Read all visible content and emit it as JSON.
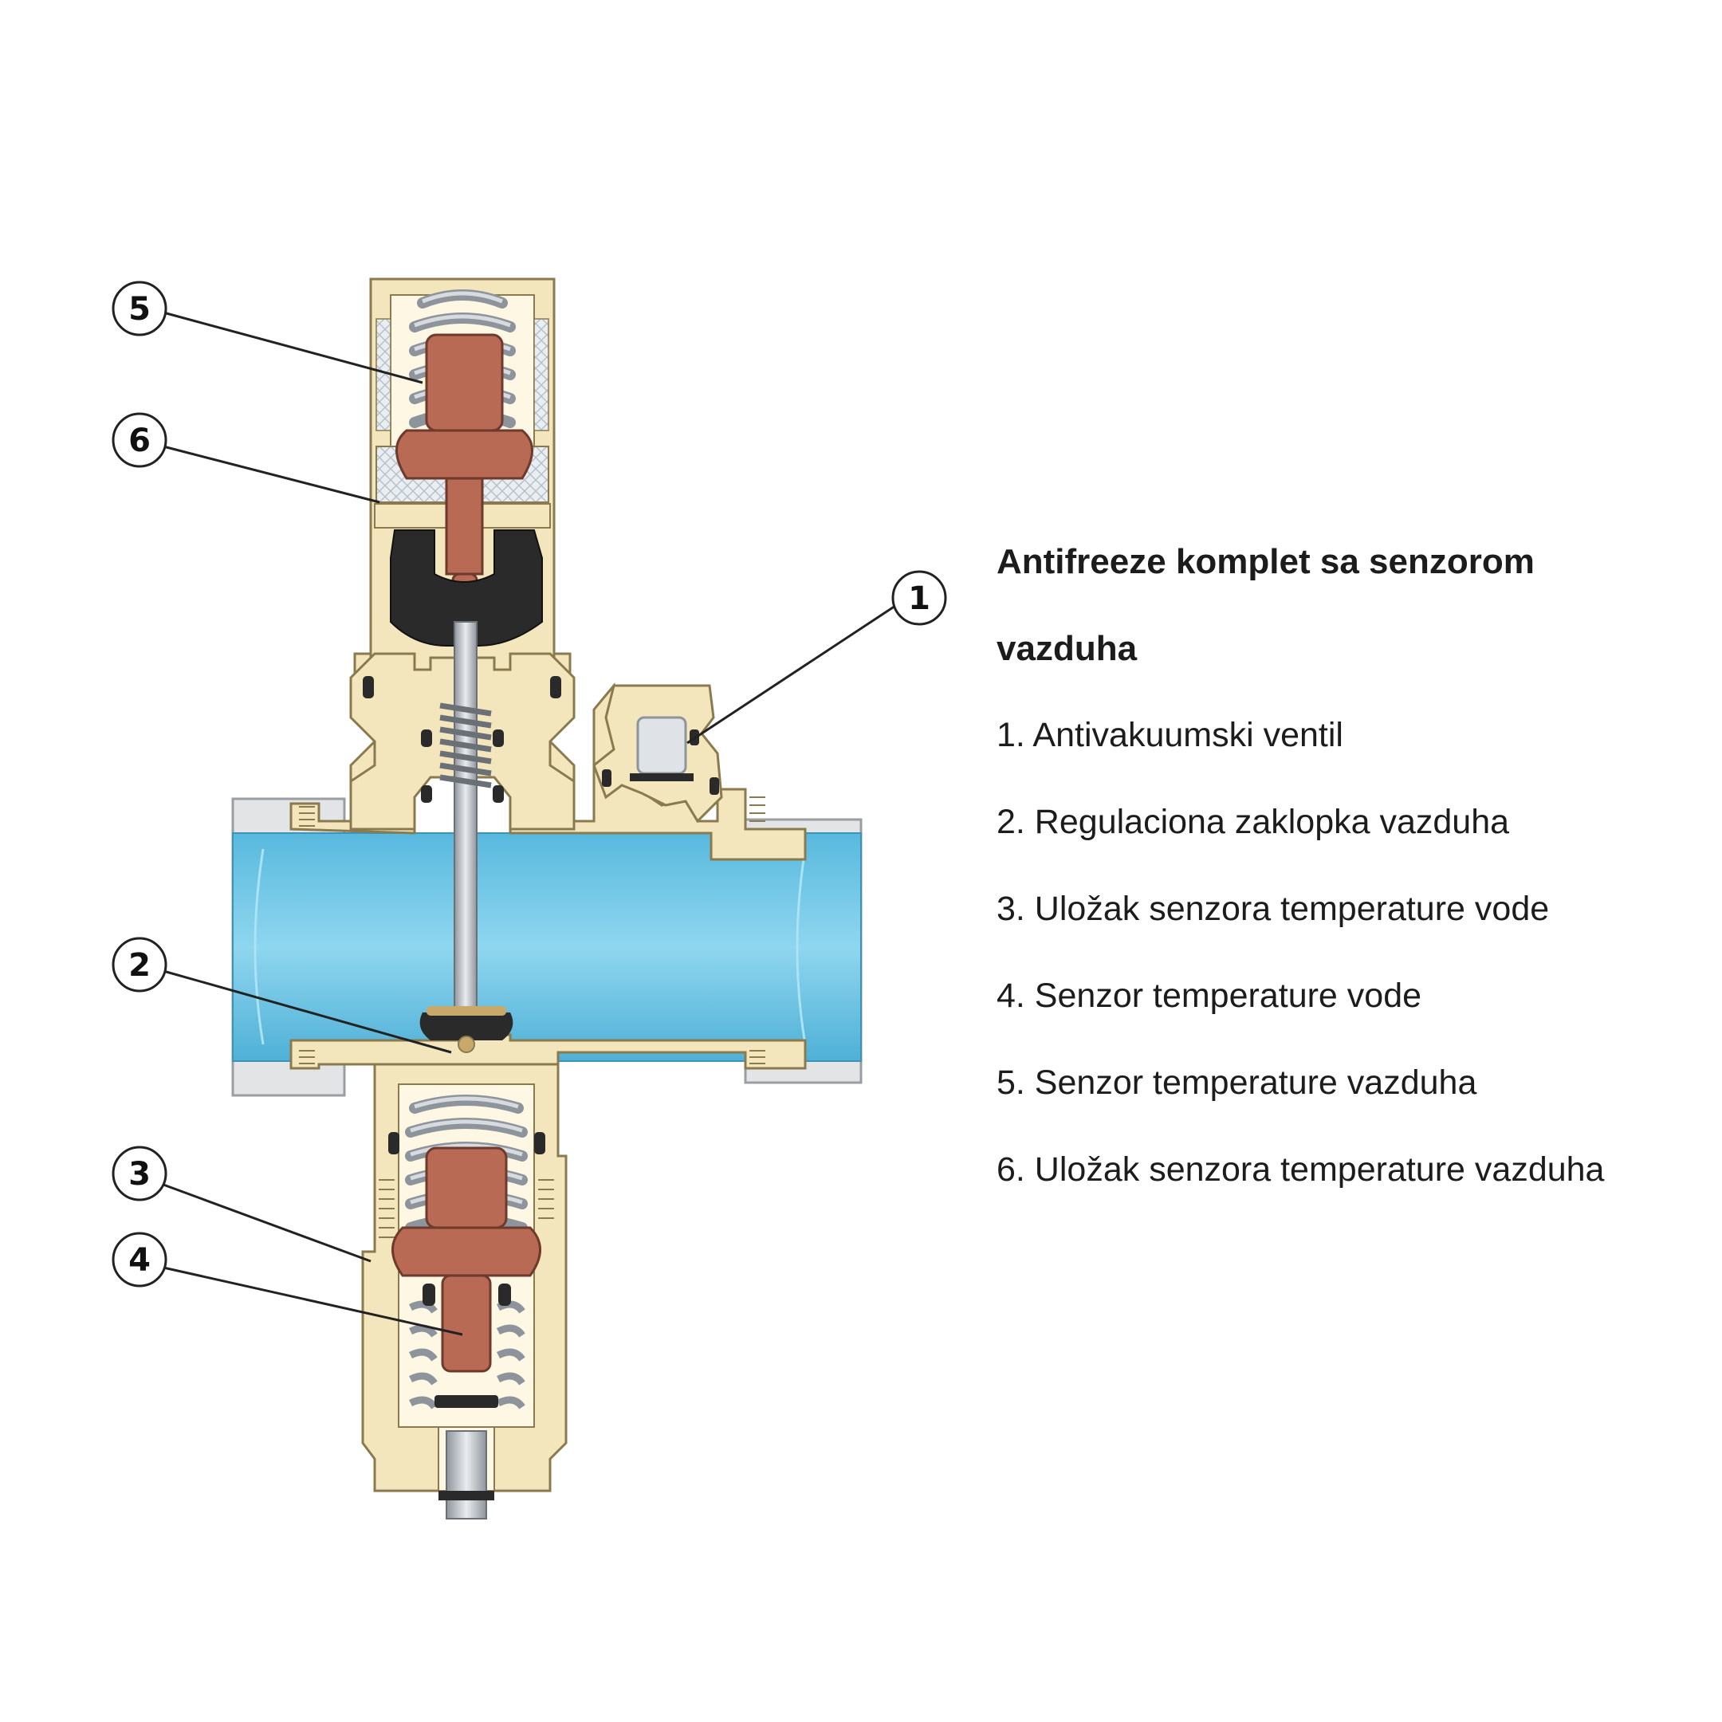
{
  "legend": {
    "title_line1": "Antifreeze komplet sa senzorom",
    "title_line2": "vazduha",
    "items": [
      "1. Antivakuumski ventil",
      "2. Regulaciona zaklopka vazduha",
      "3. Uložak senzora temperature vode",
      "4. Senzor temperature vode",
      "5. Senzor temperature vazduha",
      "6. Uložak senzora temperature vazduha"
    ]
  },
  "callouts": [
    "5",
    "6",
    "1",
    "2",
    "3",
    "4"
  ],
  "colors": {
    "brass": "#f3e6bd",
    "brass_outline": "#8a7a4e",
    "water": "#6fc7e6",
    "spring": "#b8bcc2",
    "sensor": "#b86a55",
    "rubber": "#2a2a2a",
    "pipe": "#e3e4e6"
  }
}
